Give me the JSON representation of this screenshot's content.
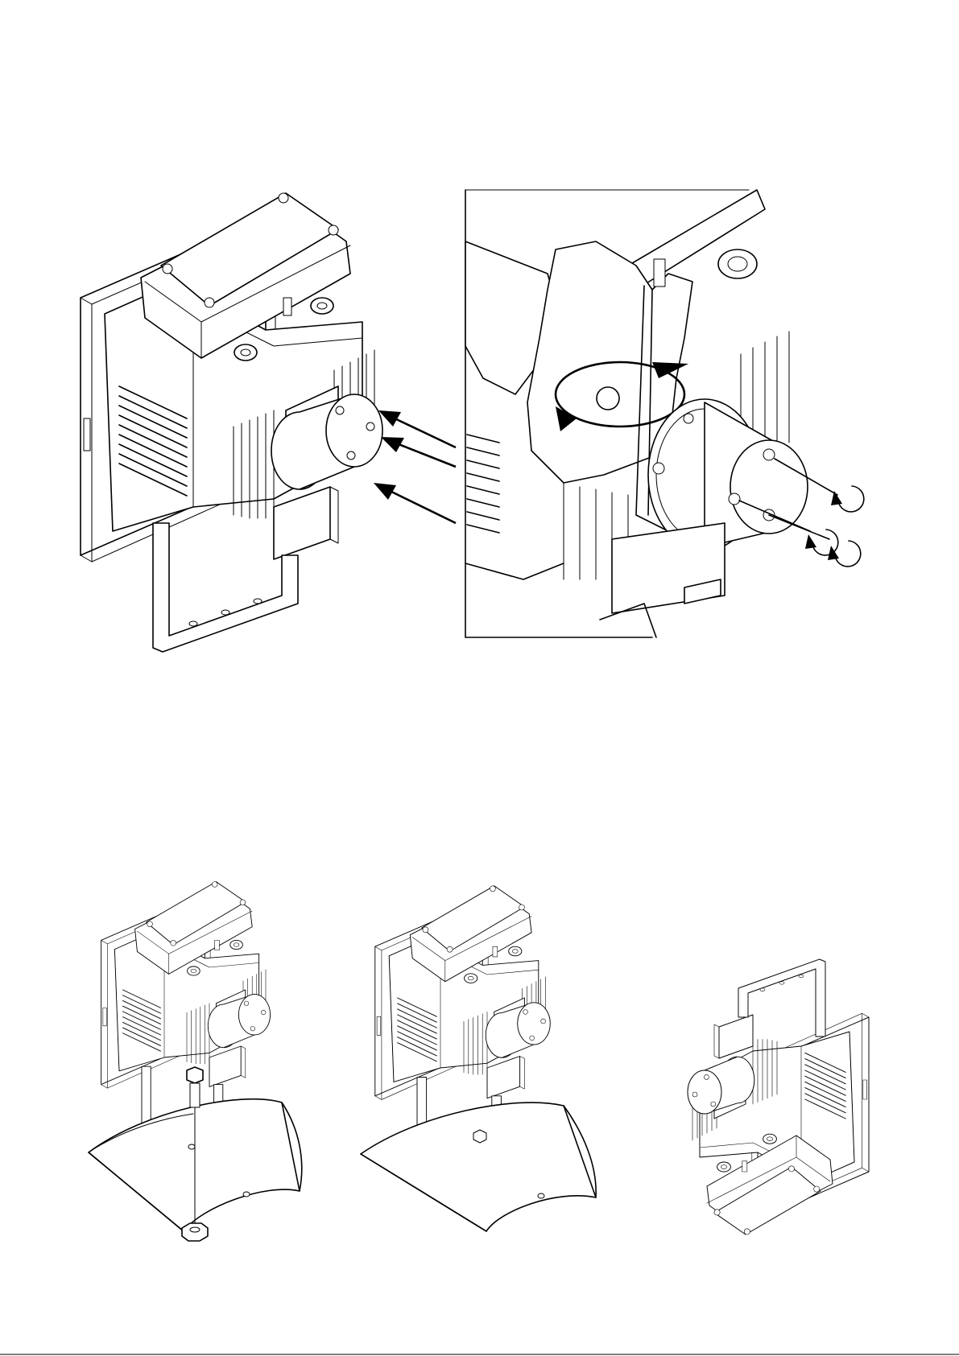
{
  "document": {
    "type": "installation-instruction-figures",
    "figures": [
      {
        "id": "fig-top-left",
        "subject": "floodlight-assembled-with-lamp-housing"
      },
      {
        "id": "fig-top-right",
        "subject": "lamp-housing-cutaway-mounting-screws"
      },
      {
        "id": "fig-bottom-1",
        "subject": "mounting-on-curved-pole-bolt-and-nut"
      },
      {
        "id": "fig-bottom-2",
        "subject": "mounted-on-curved-pole"
      },
      {
        "id": "fig-bottom-3",
        "subject": "floodlight-rotated-view"
      }
    ],
    "icons": [
      "insert-arrow-icon",
      "rotate-arrow-icon",
      "hex-bolt-icon",
      "hex-nut-icon"
    ]
  }
}
